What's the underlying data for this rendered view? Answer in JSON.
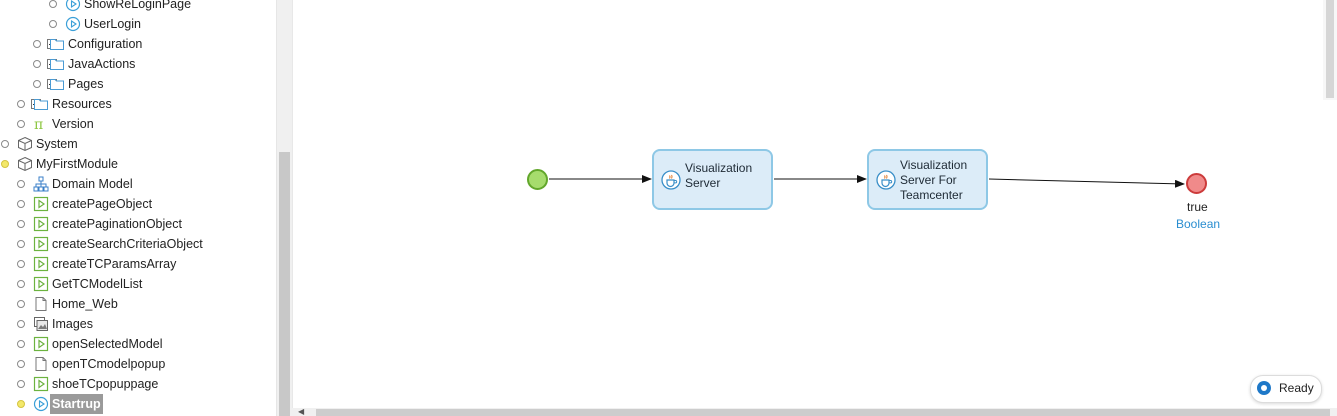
{
  "tree": {
    "items": [
      {
        "label": "ShowReLoginPage",
        "icon": "microflow-play-icon",
        "level": 3,
        "expandable": false
      },
      {
        "label": "UserLogin",
        "icon": "microflow-play-icon",
        "level": 3,
        "expandable": false
      },
      {
        "label": "Configuration",
        "icon": "folder-icon",
        "level": 2,
        "expandable": true
      },
      {
        "label": "JavaActions",
        "icon": "folder-icon",
        "level": 2,
        "expandable": true
      },
      {
        "label": "Pages",
        "icon": "folder-icon",
        "level": 2,
        "expandable": true
      },
      {
        "label": "Resources",
        "icon": "folder-icon",
        "level": 1,
        "expandable": true
      },
      {
        "label": "Version",
        "icon": "version-pi-icon",
        "level": 1,
        "expandable": false
      },
      {
        "label": "System",
        "icon": "module-box-icon",
        "level": 0,
        "expandable": false
      },
      {
        "label": "MyFirstModule",
        "icon": "module-box-icon",
        "level": 0,
        "expandable": false,
        "active": true
      },
      {
        "label": "Domain Model",
        "icon": "domain-model-icon",
        "level": 1,
        "expandable": false
      },
      {
        "label": "createPageObject",
        "icon": "microflow-icon",
        "level": 1,
        "expandable": false
      },
      {
        "label": "createPaginationObject",
        "icon": "microflow-icon",
        "level": 1,
        "expandable": false
      },
      {
        "label": "createSearchCriteriaObject",
        "icon": "microflow-icon",
        "level": 1,
        "expandable": false
      },
      {
        "label": "createTCParamsArray",
        "icon": "microflow-icon",
        "level": 1,
        "expandable": false
      },
      {
        "label": "GetTCModelList",
        "icon": "microflow-icon",
        "level": 1,
        "expandable": false
      },
      {
        "label": "Home_Web",
        "icon": "page-icon",
        "level": 1,
        "expandable": false
      },
      {
        "label": "Images",
        "icon": "image-collection-icon",
        "level": 1,
        "expandable": false
      },
      {
        "label": "openSelectedModel",
        "icon": "microflow-icon",
        "level": 1,
        "expandable": false
      },
      {
        "label": "openTCmodelpopup",
        "icon": "page-icon",
        "level": 1,
        "expandable": false
      },
      {
        "label": "shoeTCpopuppage",
        "icon": "microflow-icon",
        "level": 1,
        "expandable": false
      },
      {
        "label": "Startrup",
        "icon": "microflow-play-icon",
        "level": 1,
        "expandable": false,
        "active": true,
        "selected": true
      }
    ]
  },
  "diagram": {
    "action1": {
      "label": "Visualization\nServer",
      "icon": "java-action-icon"
    },
    "action2": {
      "label": "Visualization\nServer For\nTeamcenter",
      "icon": "java-action-icon"
    },
    "end": {
      "value": "true",
      "type": "Boolean"
    }
  },
  "status": {
    "text": "Ready"
  },
  "colors": {
    "accent": "#2a8ed0",
    "start_fill": "#a6dc6d",
    "end_fill": "#f08a8a",
    "action_fill": "#dcecf8",
    "action_border": "#8ec8e6"
  }
}
